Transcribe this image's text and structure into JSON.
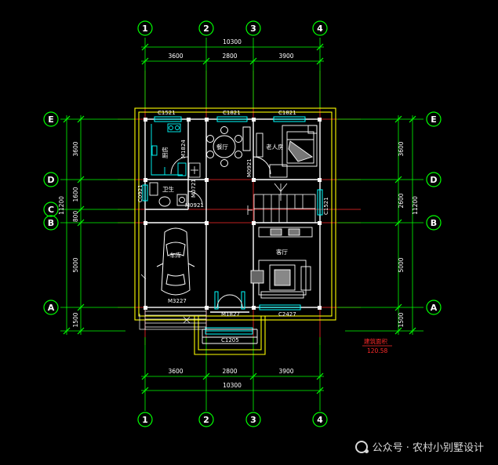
{
  "axes": {
    "vertical": [
      "1",
      "2",
      "3",
      "4"
    ],
    "horizontal": [
      "E",
      "D",
      "C",
      "B",
      "A"
    ]
  },
  "dimensions": {
    "top_total": "10300",
    "top_segments": [
      "3600",
      "2800",
      "3900"
    ],
    "bottom_total": "10300",
    "bottom_segments": [
      "3600",
      "2800",
      "3900"
    ],
    "left_total": "11200",
    "left_segments": [
      "3600",
      "1600",
      "800",
      "5000",
      "1500"
    ],
    "right_total": "11200",
    "right_segments": [
      "3600",
      "2600",
      "5000",
      "1500"
    ]
  },
  "openings": {
    "w_c1521_kitchen": "C1521",
    "w_c1821_dining": "C1821",
    "w_c1821_bedroom": "C1821",
    "d_m1824": "M1824",
    "d_m0921_bedroom": "M0921",
    "d_m0721": "M0721",
    "w_c0921": "C0921",
    "d_m0921_wc": "M0921",
    "w_c1521_stair": "C1521",
    "d_m3227": "M3227",
    "d_m1827": "M1827",
    "w_c2427": "C2427",
    "w_c1205": "C1205"
  },
  "rooms": {
    "kitchen": "厨房",
    "dining": "餐厅",
    "elder_bedroom": "老人房",
    "toilet": "卫生",
    "garage": "车库",
    "living": "客厅"
  },
  "area": {
    "label": "建筑面积",
    "value": "120.58"
  },
  "watermark": "公众号 · 农村小别墅设计",
  "colors": {
    "axis": "#00ff00",
    "dimension": "#00ff00",
    "wall_outer": "#ffff00",
    "wall_inner": "#ffffff",
    "window": "#00ffff",
    "centerline": "#ff2a2a",
    "area_text": "#ff2a2a"
  }
}
